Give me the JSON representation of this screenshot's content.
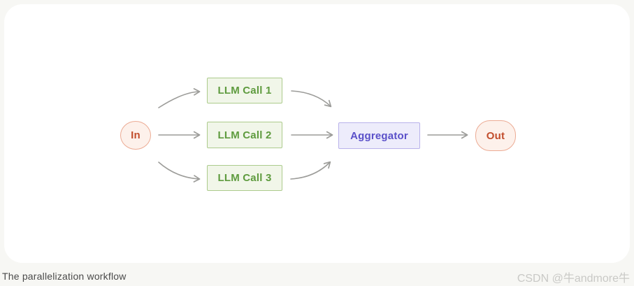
{
  "page": {
    "background": "#f7f7f4",
    "card_background": "#ffffff",
    "caption": "The parallelization workflow",
    "watermark": "CSDN @牛andmore牛"
  },
  "diagram": {
    "nodes": [
      {
        "id": "in",
        "label": "In",
        "shape": "ellipse",
        "role": "input"
      },
      {
        "id": "llm-call-1",
        "label": "LLM Call 1",
        "shape": "rect",
        "role": "llm"
      },
      {
        "id": "llm-call-2",
        "label": "LLM Call 2",
        "shape": "rect",
        "role": "llm"
      },
      {
        "id": "llm-call-3",
        "label": "LLM Call 3",
        "shape": "rect",
        "role": "llm"
      },
      {
        "id": "aggregator",
        "label": "Aggregator",
        "shape": "rect",
        "role": "aggregator"
      },
      {
        "id": "out",
        "label": "Out",
        "shape": "stadium",
        "role": "output"
      }
    ],
    "edges": [
      {
        "from": "in",
        "to": "llm-call-1"
      },
      {
        "from": "in",
        "to": "llm-call-2"
      },
      {
        "from": "in",
        "to": "llm-call-3"
      },
      {
        "from": "llm-call-1",
        "to": "aggregator"
      },
      {
        "from": "llm-call-2",
        "to": "aggregator"
      },
      {
        "from": "llm-call-3",
        "to": "aggregator"
      },
      {
        "from": "aggregator",
        "to": "out"
      }
    ],
    "colors": {
      "terminal_fill": "#fdf1eb",
      "terminal_border": "#ecab94",
      "terminal_text": "#c24e2d",
      "llm_fill": "#f1f6e9",
      "llm_border": "#accb8c",
      "llm_text": "#5e9b3e",
      "aggregator_fill": "#edecfb",
      "aggregator_border": "#b9b2ea",
      "aggregator_text": "#5a50c9",
      "arrow": "#9c9c99"
    }
  }
}
